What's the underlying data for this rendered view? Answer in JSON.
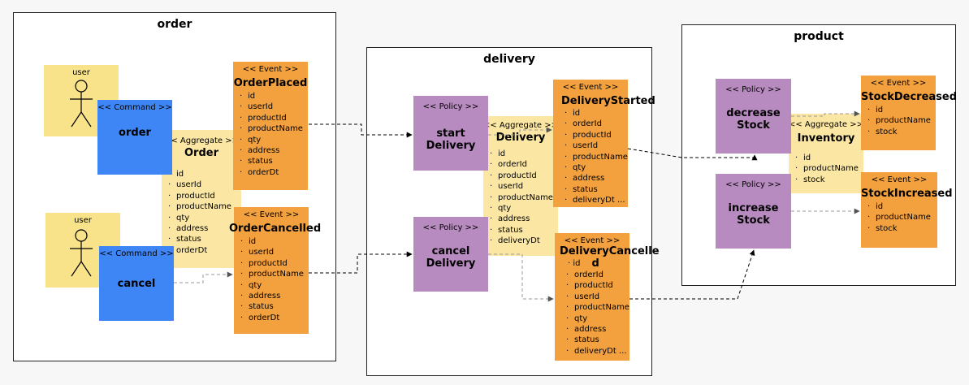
{
  "contexts": {
    "order": "order",
    "delivery": "delivery",
    "product": "product"
  },
  "order": {
    "user1": "user",
    "user2": "user",
    "command_order": {
      "stereotype": "<< Command >>",
      "name": "order"
    },
    "command_cancel": {
      "stereotype": "<< Command >>",
      "name": "cancel"
    },
    "aggregate": {
      "stereotype": "<< Aggregate >>",
      "name": "Order",
      "attrs": [
        "id",
        "userId",
        "productId",
        "productName",
        "qty",
        "address",
        "status",
        "orderDt"
      ]
    },
    "event_placed": {
      "stereotype": "<< Event >>",
      "name": "OrderPlaced",
      "attrs": [
        "id",
        "userId",
        "productId",
        "productName",
        "qty",
        "address",
        "status",
        "orderDt"
      ]
    },
    "event_cancelled": {
      "stereotype": "<< Event >>",
      "name": "OrderCancelled",
      "attrs": [
        "id",
        "userId",
        "productId",
        "productName",
        "qty",
        "address",
        "status",
        "orderDt"
      ]
    }
  },
  "delivery": {
    "policy_start": {
      "stereotype": "<< Policy >>",
      "name": "start Delivery"
    },
    "policy_cancel": {
      "stereotype": "<< Policy >>",
      "name": "cancel Delivery"
    },
    "aggregate": {
      "stereotype": "<< Aggregate >>",
      "name": "Delivery",
      "attrs": [
        "id",
        "orderId",
        "productId",
        "userId",
        "productName",
        "qty",
        "address",
        "status",
        "deliveryDt"
      ]
    },
    "event_started": {
      "stereotype": "<< Event >>",
      "name": "DeliveryStarted",
      "attrs": [
        "id",
        "orderId",
        "productId",
        "userId",
        "productName",
        "qty",
        "address",
        "status",
        "deliveryDt ..."
      ]
    },
    "event_cancelled": {
      "stereotype": "<< Event >>",
      "name_line1": "DeliveryCancelle",
      "name_line2": "d",
      "attrs": [
        "orderId",
        "productId",
        "userId",
        "productName",
        "qty",
        "address",
        "status",
        "deliveryDt ..."
      ],
      "first_attr": "id"
    }
  },
  "product": {
    "policy_decrease": {
      "stereotype": "<< Policy >>",
      "name": "decrease Stock"
    },
    "policy_increase": {
      "stereotype": "<< Policy >>",
      "name": "increase Stock"
    },
    "aggregate": {
      "stereotype": "<< Aggregate >>",
      "name": "Inventory",
      "attrs": [
        "id",
        "productName",
        "stock"
      ]
    },
    "event_decreased": {
      "stereotype": "<< Event >>",
      "name": "StockDecreased",
      "attrs": [
        "id",
        "productName",
        "stock"
      ]
    },
    "event_increased": {
      "stereotype": "<< Event >>",
      "name": "StockIncreased",
      "attrs": [
        "id",
        "productName",
        "stock"
      ]
    }
  },
  "colors": {
    "user": "#f9e38a",
    "command": "#3e86f5",
    "aggregate": "#fbe7a3",
    "event": "#f3a13f",
    "policy": "#b88bc0"
  }
}
